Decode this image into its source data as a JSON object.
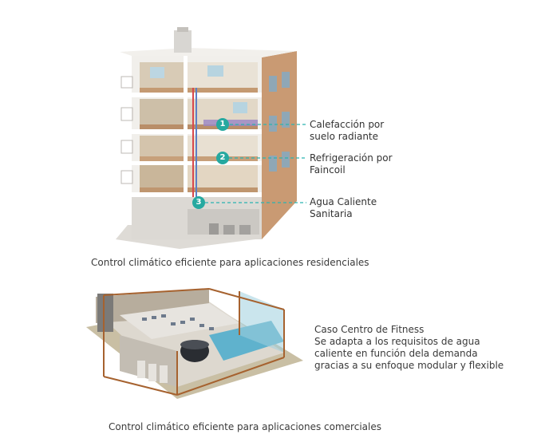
{
  "residential": {
    "callouts": [
      {
        "number": "1",
        "line1": "Calefacción por",
        "line2": "suelo radiante"
      },
      {
        "number": "2",
        "line1": "Refrigeración por",
        "line2": "Faincoil"
      },
      {
        "number": "3",
        "line1": "Agua Caliente",
        "line2": "Sanitaria"
      }
    ],
    "caption": "Control  climático eficiente para aplicaciones residenciales"
  },
  "commercial": {
    "description": [
      "Caso Centro de Fitness",
      "Se adapta  a los requisitos de agua",
      "caliente en función dela demanda",
      "gracias a su enfoque modular y flexible"
    ],
    "caption": "Control  climático eficiente para aplicaciones comerciales"
  },
  "colors": {
    "accent": "#2bb3b1",
    "marker": "#26a9a0",
    "wall": "#e9e6e1",
    "floor": "#c9a27a",
    "glass": "#6fb7cf"
  }
}
